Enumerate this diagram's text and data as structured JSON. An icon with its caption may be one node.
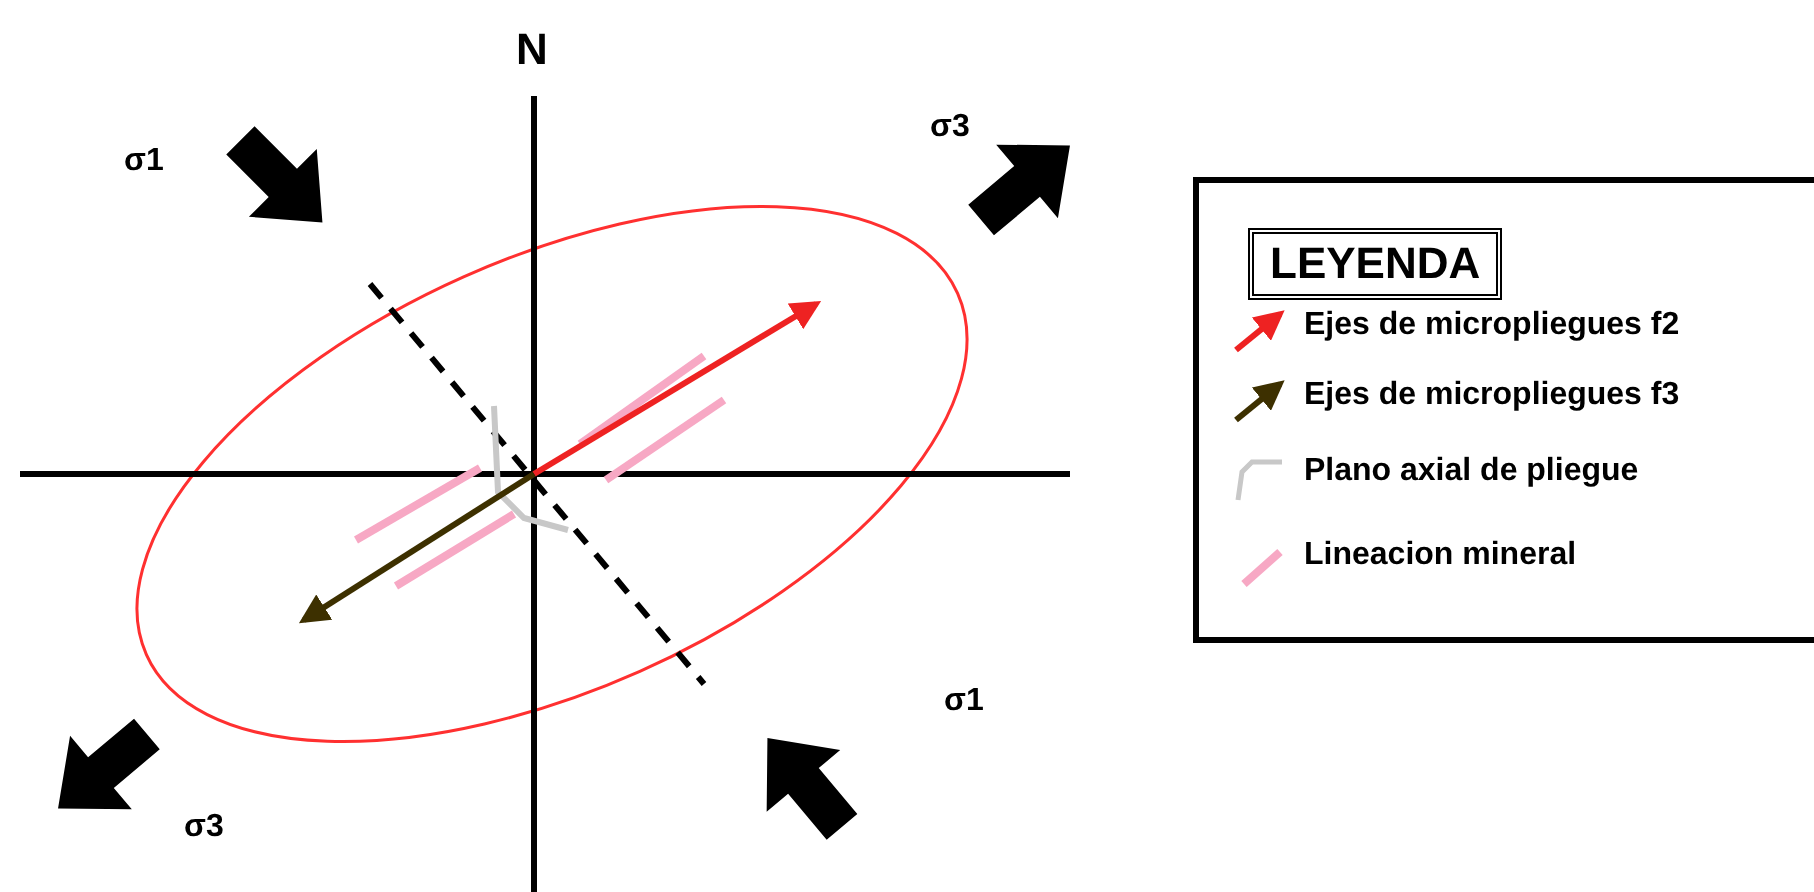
{
  "diagram": {
    "labels": [
      "N",
      "σ3",
      "σ1",
      "LEYENDA",
      "σ1",
      "σ3"
    ],
    "legend": [
      {
        "text": "Ejes de micropliegues f2"
      },
      {
        "text": "Ejes de micropliegues f3"
      },
      {
        "text": "Plano axial de pliegue"
      },
      {
        "text": "Lineacion mineral"
      }
    ]
  }
}
